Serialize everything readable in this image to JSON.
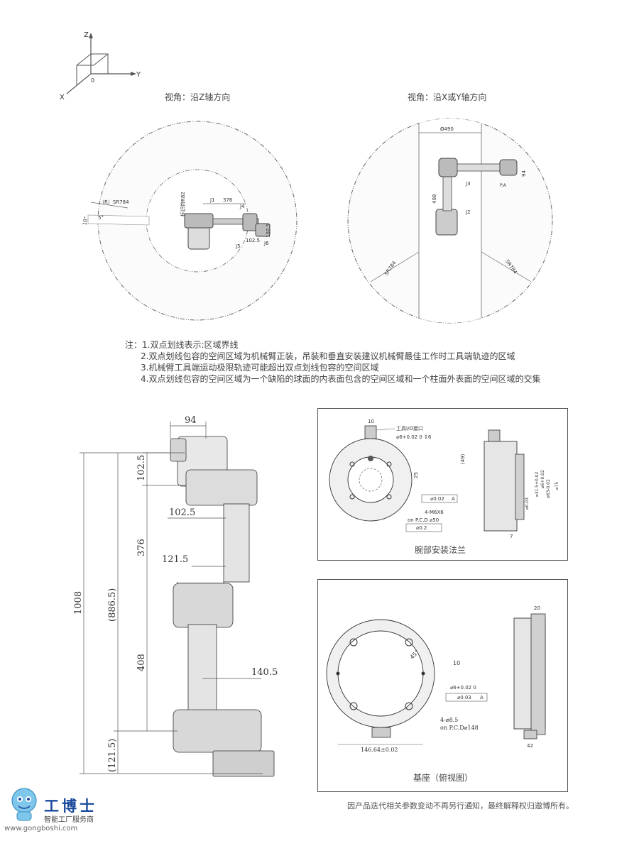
{
  "axes": {
    "z": "Z",
    "y": "Y",
    "x": "X",
    "origin": "0"
  },
  "view_captions": {
    "top_view": "视角：沿Z轴方向",
    "side_view": "视角：沿X或Y轴方向"
  },
  "top_view": {
    "sr_label": "（R）SR784",
    "angle_label": "10°",
    "angle_small": "5°",
    "tool_label": "标识符R82",
    "j1": "J1",
    "dim_376": "376",
    "j4": "J4",
    "j5": "J5",
    "j6": "J6",
    "dim_1025": "102.5",
    "dim_1025b": "102.5"
  },
  "side_view": {
    "dia_label": "Ø490",
    "j3": "J3",
    "j2": "J2",
    "dim_408": "408",
    "dim_94": "94",
    "sr_left": "SR784",
    "sr_right": "SR784",
    "pa": "P.A"
  },
  "notes": [
    "注：1.双点划线表示:区域界线",
    "2.双点划线包容的空间区域为机械臂正装，吊装和垂直安装建议机械臂最佳工作时工具端轨迹的区域",
    "3.机械臂工具端运动极限轨迹可能超出双点划线包容的空间区域",
    "4.双点划线包容的空间区域为一个缺陷的球面的内表面包含的空间区域和一个柱面外表面的空间区域的交集"
  ],
  "arm_dims": {
    "top_width": "94",
    "d1025_v": "102.5",
    "d1025_h": "102.5",
    "d376": "376",
    "d1215_h": "121.5",
    "d1008": "1008",
    "d8865": "(886.5)",
    "d408": "408",
    "d1405": "140.5",
    "d1215_v": "(121.5)"
  },
  "wrist_flange": {
    "caption": "腕部安装法兰",
    "io_label": "工具I/O接口",
    "dim_10": "10",
    "hole_label": "⌀6+0.02 0 ↧6",
    "dim_25": "25",
    "tol_1": "⌀0.02",
    "datum_a": "A",
    "m6_label": "4-M6X6",
    "pcd_label": "on P.C.D ⌀50",
    "tol_2": "⌀0.2",
    "dim_49": "(49)",
    "dim_6": "⌀6+0.02",
    "dim_315": "⌀31.5+0.02",
    "dim_63": "⌀63-0.02",
    "dim_75": "⌀75",
    "tol_3": "⌀0.03",
    "dim_7": "7"
  },
  "base": {
    "caption": "基座（俯视图）",
    "angle": "45°",
    "dim_10": "10",
    "hole": "⌀6+0.02 0",
    "tol": "⌀0.03",
    "datum": "A",
    "holes_label": "4-⌀8.5",
    "pcd": "on P.C.D⌀148",
    "dim_width": "146.64±0.02",
    "dim_20": "20",
    "dim_42": "42"
  },
  "footer": "因产品迭代相关参数变动不再另行通知，最终解释权归遨博所有。",
  "logo": {
    "title": "工博士",
    "subtitle": "智能工厂服务商",
    "url": "www.gongboshi.com"
  }
}
